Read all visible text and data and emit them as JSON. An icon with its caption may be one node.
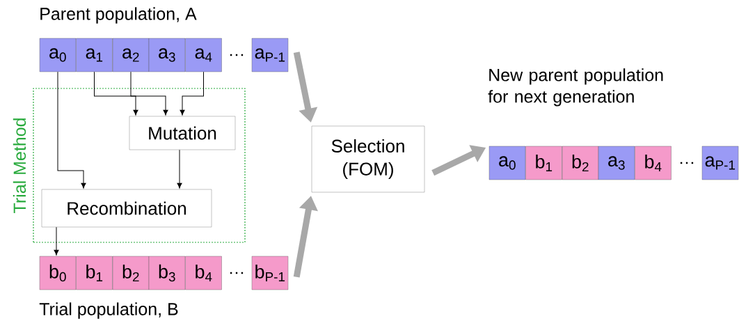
{
  "diagram": {
    "nodes": [
      {
        "text": [
          "a$_{0}$"
        ]
      },
      {
        "text": [
          "a$_{1}$"
        ]
      },
      {
        "text": [
          "a$_{2}$"
        ]
      },
      {
        "text": [
          "a$_{3}$"
        ]
      },
      {
        "text": [
          "a$_{4}$"
        ]
      },
      {
        "text": [
          "a$_{P-1}$"
        ]
      },
      {
        "text": [
          "Trial Method"
        ]
      },
      {
        "text": [
          "Mutation"
        ],
        "in": 6
      },
      {
        "text": [
          "Recombination"
        ],
        "in": 6
      },
      {
        "text": [
          "Selection (FOM)"
        ]
      },
      {
        "text": [
          "b$_{0}$"
        ]
      },
      {
        "text": [
          "b$_{1}$"
        ]
      },
      {
        "text": [
          "b$_{2}$"
        ]
      },
      {
        "text": [
          "b$_{3}$"
        ]
      },
      {
        "text": [
          "b$_{4}$"
        ]
      },
      {
        "text": [
          "b$_{P-1}$"
        ]
      },
      {
        "text": [
          "a$_{0}$"
        ]
      },
      {
        "text": [
          "b$_{1}$"
        ]
      },
      {
        "text": [
          "b$_{2}$"
        ]
      },
      {
        "text": [
          "a$_{3}$"
        ]
      },
      {
        "text": [
          "b$_{4}$"
        ]
      },
      {
        "text": [
          "a$_{P-1}$"
        ]
      }
    ],
    "edges": [
      {
        "from": 0,
        "to": 8,
        "arrow": "to"
      },
      {
        "from": 1,
        "to": 7,
        "arrow": "to"
      },
      {
        "from": 2,
        "to": 7,
        "arrow": "to"
      },
      {
        "from": 4,
        "to": 7,
        "arrow": "to"
      },
      {
        "from": 7,
        "to": 8,
        "arrow": "to"
      },
      {
        "from": 8,
        "to": 10,
        "arrow": "to"
      },
      {
        "from": 5,
        "to": 9,
        "arrow": "to",
        "style": "thick",
        "color": "#a8a8a8"
      },
      {
        "from": 15,
        "to": 9,
        "arrow": "to",
        "style": "thick",
        "color": "#a8a8a8"
      },
      {
        "from": 9,
        "to": 16,
        "arrow": "to",
        "style": "thick",
        "color": "#a8a8a8"
      }
    ],
    "labels": [
      "Parent population, A",
      "…",
      "New parent population for next generation",
      "…",
      "…",
      "Trial population, B"
    ]
  }
}
